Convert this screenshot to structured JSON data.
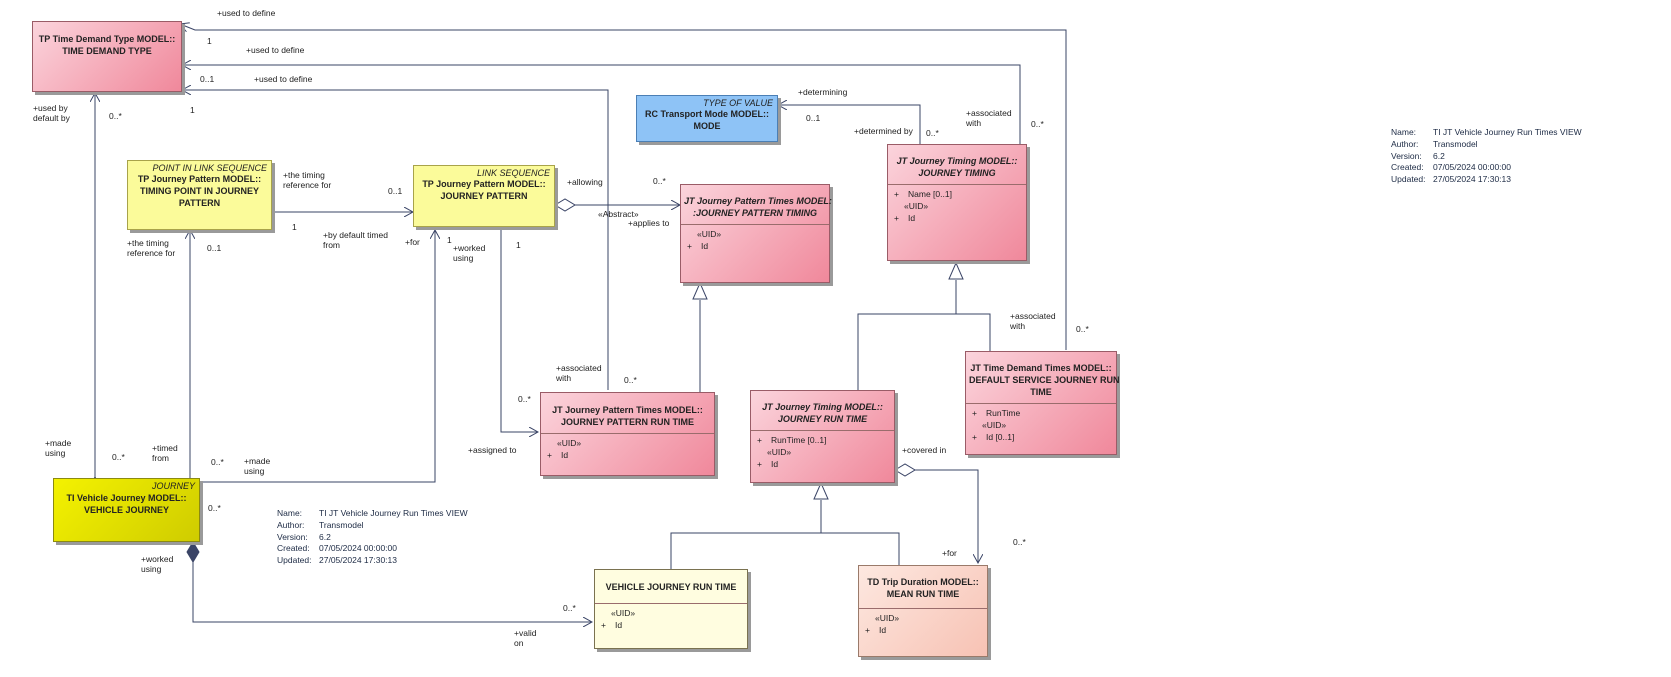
{
  "boxes": {
    "time_demand_type": {
      "title": "TP Time Demand Type MODEL::\nTIME DEMAND TYPE"
    },
    "transport_mode": {
      "stereotype": "TYPE OF VALUE",
      "title": "RC Transport Mode MODEL::\nMODE"
    },
    "journey_timing": {
      "title": "JT Journey Timing MODEL::\nJOURNEY TIMING",
      "attrs": [
        "Name [0..1]"
      ],
      "uid": "«UID»",
      "uid_attrs": [
        "Id"
      ]
    },
    "timing_point": {
      "stereotype": "POINT IN LINK SEQUENCE",
      "title": "TP Journey Pattern MODEL::\nTIMING POINT IN JOURNEY\nPATTERN"
    },
    "journey_pattern": {
      "stereotype": "LINK SEQUENCE",
      "title": "TP Journey Pattern MODEL::\nJOURNEY PATTERN"
    },
    "jp_timing": {
      "title": "JT Journey Pattern Times MODEL:\n:JOURNEY PATTERN TIMING",
      "uid": "«UID»",
      "uid_attrs": [
        "Id"
      ]
    },
    "default_sjrt": {
      "title": "JT Time Demand Times MODEL::\nDEFAULT SERVICE JOURNEY RUN\nTIME",
      "attrs": [
        "RunTime"
      ],
      "uid": "«UID»",
      "uid_attrs": [
        "Id [0..1]"
      ]
    },
    "jp_run_time": {
      "title": "JT Journey Pattern Times MODEL::\nJOURNEY PATTERN RUN TIME",
      "uid": "«UID»",
      "uid_attrs": [
        "Id"
      ]
    },
    "journey_run_time": {
      "title": "JT Journey Timing MODEL::\nJOURNEY RUN TIME",
      "attrs": [
        "RunTime [0..1]"
      ],
      "uid": "«UID»",
      "uid_attrs": [
        "Id"
      ]
    },
    "vehicle_journey": {
      "stereotype": "JOURNEY",
      "title": "TI Vehicle Journey MODEL::\nVEHICLE JOURNEY"
    },
    "vj_run_time": {
      "title": "VEHICLE JOURNEY RUN TIME",
      "uid": "«UID»",
      "uid_attrs": [
        "Id"
      ]
    },
    "mean_run_time": {
      "title": "TD Trip Duration MODEL::\nMEAN RUN TIME",
      "uid": "«UID»",
      "uid_attrs": [
        "Id"
      ]
    }
  },
  "labels": {
    "used_to_define_1": "+used to define",
    "used_to_define_2": "+used to define",
    "used_to_define_3": "+used to define",
    "m_1a": "1",
    "m_01a": "0..1",
    "m_1b": "1",
    "used_by_default": "+used by\ndefault by",
    "m_0star_a": "0..*",
    "determining": "+determining",
    "m_01b": "0..1",
    "determined_by": "+determined by",
    "m_0star_b": "0..*",
    "associated_with_a": "+associated\nwith",
    "m_0star_c": "0..*",
    "timing_ref_for_a": "+the timing\nreference for",
    "m_01c": "0..1",
    "m_1c": "1",
    "by_default_timed": "+by default timed\nfrom",
    "allowing": "+allowing",
    "m_0star_d": "0..*",
    "abstract": "«Abstract»",
    "applies_to": "+applies to",
    "timing_ref_for_b": "+the timing\nreference for",
    "m_01d": "0..1",
    "for_a": "+for",
    "m_1d": "1",
    "worked_using_a": "+worked\nusing",
    "m_1e": "1",
    "associated_with_b": "+associated\nwith",
    "m_0star_e": "0..*",
    "associated_with_c": "+associated\nwith",
    "m_0star_f": "0..*",
    "m_0star_g": "0..*",
    "assigned_to": "+assigned to",
    "made_using_a": "+made\nusing",
    "m_0star_h": "0..*",
    "timed_from": "+timed\nfrom",
    "m_0star_i": "0..*",
    "made_using_b": "+made\nusing",
    "covered_in": "+covered in",
    "m_0star_j": "0..*",
    "worked_using_b": "+worked\nusing",
    "for_b": "+for",
    "m_0star_k": "0..*",
    "m_0star_l": "0..*",
    "valid_on": "+valid\non"
  },
  "meta_left": {
    "name_k": "Name:",
    "name_v": "TI JT Vehicle Journey Run Times VIEW",
    "author_k": "Author:",
    "author_v": "Transmodel",
    "version_k": "Version:",
    "version_v": "6.2",
    "created_k": "Created:",
    "created_v": "07/05/2024 00:00:00",
    "updated_k": "Updated:",
    "updated_v": "27/05/2024 17:30:13"
  },
  "meta_right": {
    "name_k": "Name:",
    "name_v": "TI JT Vehicle Journey Run Times VIEW",
    "author_k": "Author:",
    "author_v": "Transmodel",
    "version_k": "Version:",
    "version_v": "6.2",
    "created_k": "Created:",
    "created_v": "07/05/2024 00:00:00",
    "updated_k": "Updated:",
    "updated_v": "27/05/2024 17:30:13"
  },
  "vis_plus": "+"
}
